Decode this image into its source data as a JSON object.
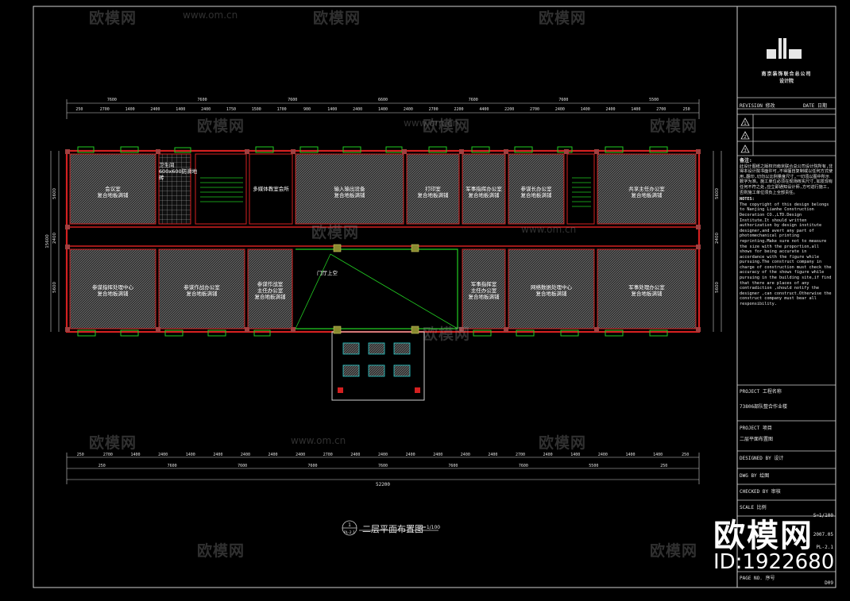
{
  "watermark": {
    "brand": "欧模网",
    "url": "www.om.cn",
    "id_label": "ID:1922680"
  },
  "drawing": {
    "title": "二层平面布置图",
    "scale": "S=1/100",
    "callout_top": "1",
    "callout_bottom": "PL-2.1",
    "dims_top_1": [
      "7600",
      "7600",
      "7600",
      "6600",
      "7600",
      "7600",
      "5500"
    ],
    "dims_top_2": [
      "250",
      "2700",
      "1400",
      "2400",
      "1400",
      "2400",
      "1750",
      "1500",
      "1700",
      "900",
      "1400",
      "2400",
      "1400",
      "2400",
      "2700",
      "2200",
      "4400",
      "2200",
      "2700",
      "2400",
      "1400",
      "2400",
      "1400",
      "2700",
      "250"
    ],
    "dims_bottom_1": [
      "250",
      "2700",
      "1400",
      "2400",
      "1400",
      "2400",
      "2400",
      "2400",
      "2400",
      "2700",
      "2400",
      "2400",
      "2400",
      "2400",
      "2400",
      "2400",
      "2700",
      "2400",
      "1400",
      "2400",
      "1400",
      "1400",
      "250"
    ],
    "dims_bottom_2": [
      "250",
      "7600",
      "7600",
      "7600",
      "7600",
      "7600",
      "7600",
      "5500",
      "250"
    ],
    "dim_total": "52200",
    "dims_left": [
      "5600",
      "2400",
      "5600"
    ],
    "dims_left_total": "15600",
    "dims_right": [
      "5600",
      "2400",
      "5600"
    ],
    "lobby_label": "门厅上空",
    "toilet_label": "卫生间\n600x600防滑地砖",
    "rooms_top": [
      "会议室\n复合地板满铺",
      "多媒体教室会所",
      "输入输出设备\n复合地板满铺",
      "打印室\n复合地板满铺",
      "军事指挥办公室\n复合地板满铺",
      "参谋长办公室\n复合地板满铺",
      "共享主任办公室\n复合地板满铺"
    ],
    "rooms_bottom": [
      "参谋指挥处理中心\n复合地板满铺",
      "参谋作战办公室\n复合地板满铺",
      "参谋作战室\n主任办公室\n复合地板满铺",
      "军事指挥室\n主任办公室\n复合地板满铺",
      "网络数据处理中心\n复合地板满铺",
      "军事处理办公室\n复合地板满铺"
    ]
  },
  "title_block": {
    "company": "南京装饰联合总公司",
    "company_sub": "设计院",
    "revision_header": "REVISION 修改",
    "date_header": "DATE 日期",
    "revisions": [
      "1",
      "2",
      "3"
    ],
    "notes_title": "备注:",
    "notes_cn": "此设计图纸之版权归南京联合总公司设计院所有,非得本设计院书面许可,不得擅自复制或以任何方式使用,翻印,切勿以比例量度尺寸,一切须以图中所示数字为准。施工单位必须在现场核实尺寸,如发现有任何不符之处,应立即通知设计师,方可进行施工,否则施工单位须负上全部责任。",
    "notes_en_title": "NOTES:",
    "notes_en": "The copyright of this design belongs to Nanjing Lianhe Construction Decoration CO.,LTD.Design Institute.It should written authorization by design institute designer,and avert any part of photomechanical printing reprinting.Make sure not to measure the size with the proportion,all shows for being accurate in accordance with the figure while pursuing.The construct company in charge of construction must check the accuracy of the shows figure while pursuing in the building site,if find that there are places of any contradiction ,should notify the designer ,can construct.Otherwise the construct company must bear all responsibility.",
    "project_label": "PROJECT 工程名称",
    "project_value": "73806部队整合作业楼",
    "project2_label": "PROJECT 项目",
    "project2_value": "二层平面布置图",
    "designed_label": "DESIGNED BY 设计",
    "drawn_label": "DWG BY 绘图",
    "checked_label": "CHECKED BY 审核",
    "scale_label": "SCALE 比例",
    "scale_value": "S=1/100",
    "date_value": "2007.05",
    "number_value": "PL-2.1",
    "page_label": "PAGE NO. 序号",
    "page_value": "D09"
  },
  "colors": {
    "wall": "#d42020",
    "window": "#22cc22",
    "hatch": "#8a8a8a",
    "line": "#d8d8d8",
    "column": "#a8a840"
  }
}
